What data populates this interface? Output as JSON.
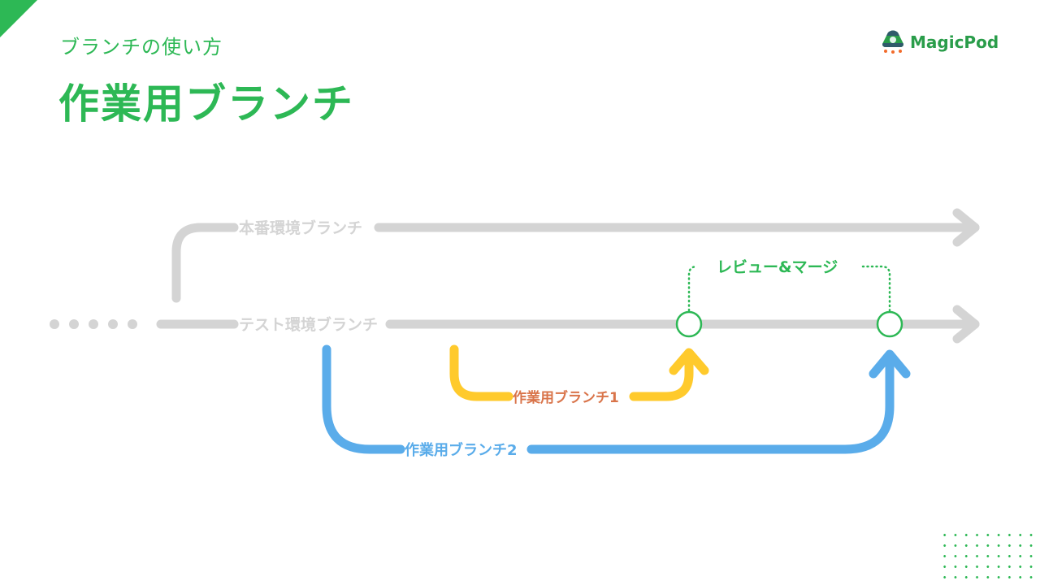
{
  "header": {
    "subtitle": "ブランチの使い方",
    "title": "作業用ブランチ"
  },
  "logo": {
    "text": "MagicPod",
    "icon": "rocket-pod-icon"
  },
  "diagram": {
    "production_branch": {
      "label": "本番環境ブランチ",
      "color": "#d4d4d4"
    },
    "test_branch": {
      "label": "テスト環境ブランチ",
      "color": "#d4d4d4"
    },
    "work_branch_1": {
      "label": "作業用ブランチ1",
      "line_color": "#ffca2c",
      "text_color": "#d9744a"
    },
    "work_branch_2": {
      "label": "作業用ブランチ2",
      "line_color": "#5aacea",
      "text_color": "#5aacea"
    },
    "review_merge": {
      "label": "レビュー&マージ",
      "color": "#2db855"
    },
    "history_dots": 5
  },
  "colors": {
    "accent": "#2db855",
    "gray": "#d4d4d4",
    "yellow": "#ffca2c",
    "blue": "#5aacea",
    "orange_text": "#d9744a"
  }
}
